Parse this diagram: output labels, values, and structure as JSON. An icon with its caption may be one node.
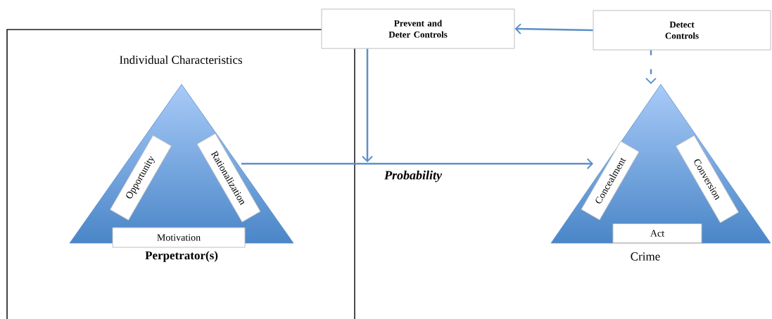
{
  "diagram": {
    "nodes": [
      {
        "text": [
          "Individual Characteristics"
        ]
      },
      {
        "text": [
          "Perpetrator(s)"
        ],
        "in": 0
      },
      {
        "text": [
          "Opportunity"
        ],
        "in": 1
      },
      {
        "text": [
          "Rationalization"
        ],
        "in": 1
      },
      {
        "text": [
          "Motivation"
        ],
        "in": 1
      },
      {
        "text": [
          "Prevent and Deter Controls"
        ]
      },
      {
        "text": [
          "Detect Controls"
        ]
      },
      {
        "text": [
          "Crime"
        ]
      },
      {
        "text": [
          "Concealment"
        ],
        "in": 7
      },
      {
        "text": [
          "Conversion"
        ],
        "in": 7
      },
      {
        "text": [
          "Act"
        ],
        "in": 7
      },
      {
        "text": [
          "Probability"
        ]
      }
    ],
    "edges": [
      {
        "from": 3,
        "to": 8,
        "arrow": "to"
      },
      {
        "from": 5,
        "to": 11,
        "arrow": "to"
      },
      {
        "from": 6,
        "to": 5,
        "arrow": "to"
      },
      {
        "from": 6,
        "to": 7,
        "arrow": "to",
        "style": "dashed"
      }
    ]
  }
}
